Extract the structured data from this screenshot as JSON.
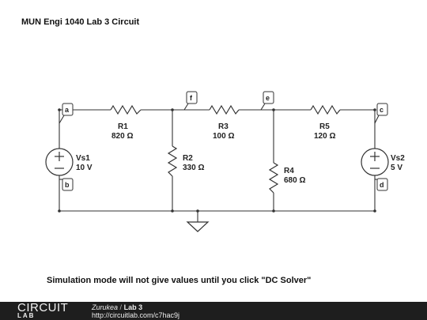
{
  "title": "MUN Engi 1040 Lab 3 Circuit",
  "components": {
    "R1": {
      "name": "R1",
      "value": "820 Ω"
    },
    "R2": {
      "name": "R2",
      "value": "330 Ω"
    },
    "R3": {
      "name": "R3",
      "value": "100 Ω"
    },
    "R4": {
      "name": "R4",
      "value": "680 Ω"
    },
    "R5": {
      "name": "R5",
      "value": "120 Ω"
    },
    "Vs1": {
      "name": "Vs1",
      "value": "10 V"
    },
    "Vs2": {
      "name": "Vs2",
      "value": "5 V"
    }
  },
  "nodes": {
    "a": "a",
    "b": "b",
    "c": "c",
    "d": "d",
    "e": "e",
    "f": "f"
  },
  "note": "Simulation mode will not give values until you click \"DC Solver\"",
  "footer": {
    "logo_top": "CIRCUIT",
    "logo_bottom": "LAB",
    "author": "Zurukea",
    "separator": "/",
    "circuit_name": "Lab 3",
    "url": "http://circuitlab.com/c7hac9j"
  }
}
